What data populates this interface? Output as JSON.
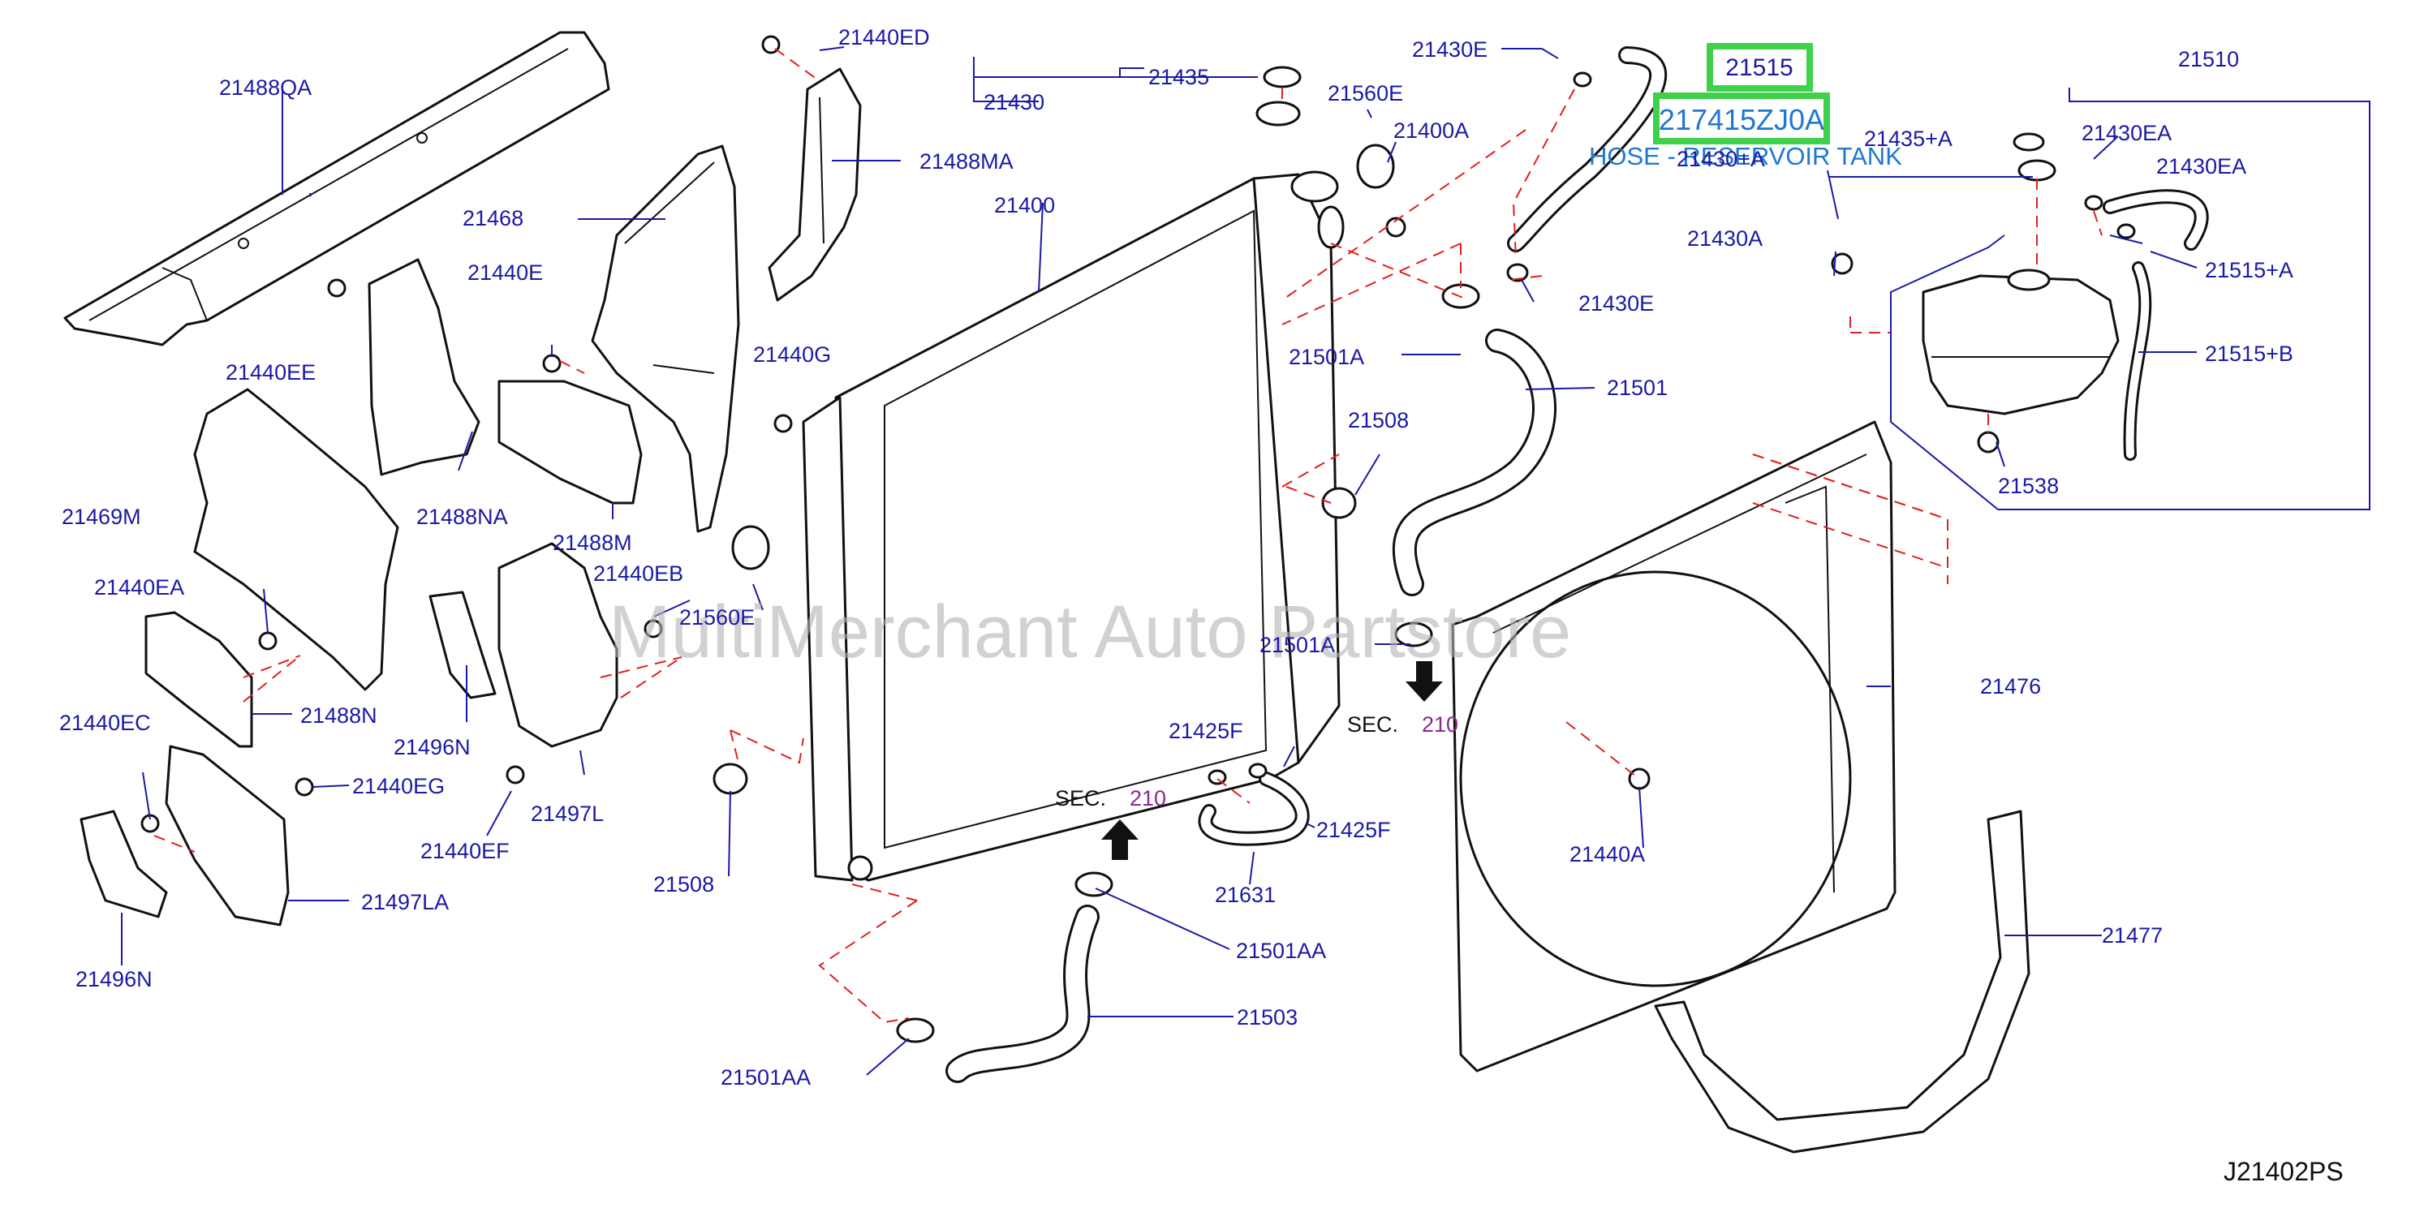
{
  "labels": [
    "21488QA",
    "21440ED",
    "21488MA",
    "21430E",
    "21515",
    "21510",
    "21435",
    "21430",
    "21560E",
    "21400A",
    "21435+A",
    "21430EA",
    "21430EA",
    "21430+A",
    "21468",
    "21400",
    "21430A",
    "21515+A",
    "21430E",
    "21440E",
    "21440EE",
    "21501A",
    "21501",
    "21515+B",
    "21440G",
    "21508",
    "21538",
    "21469M",
    "21488NA",
    "21488M",
    "21440EB",
    "21440EA",
    "21560E",
    "21501A",
    "21488N",
    "21476",
    "21496N",
    "21440EC",
    "21440EG",
    "21497L",
    "21425F",
    "21440EF",
    "21425F",
    "21440A",
    "21631",
    "21497LA",
    "21508",
    "21501AA",
    "21496N",
    "21477",
    "21503",
    "21501AA"
  ],
  "highlight": {
    "part_number": "217415ZJ0A",
    "part_ref": "21515",
    "description": "HOSE - RESERVOIR TANK"
  },
  "sec_refs": [
    {
      "text": "SEC.",
      "num": "210"
    },
    {
      "text": "SEC.",
      "num": "210"
    }
  ],
  "watermark": "MultiMerchant Auto Partstore",
  "diagram_code": "J21402PS",
  "colors": {
    "label": "#1a1aa6",
    "highlight_border": "#3fd14b",
    "dashed_line": "#e02020",
    "highlight_text": "#1e78d2"
  }
}
